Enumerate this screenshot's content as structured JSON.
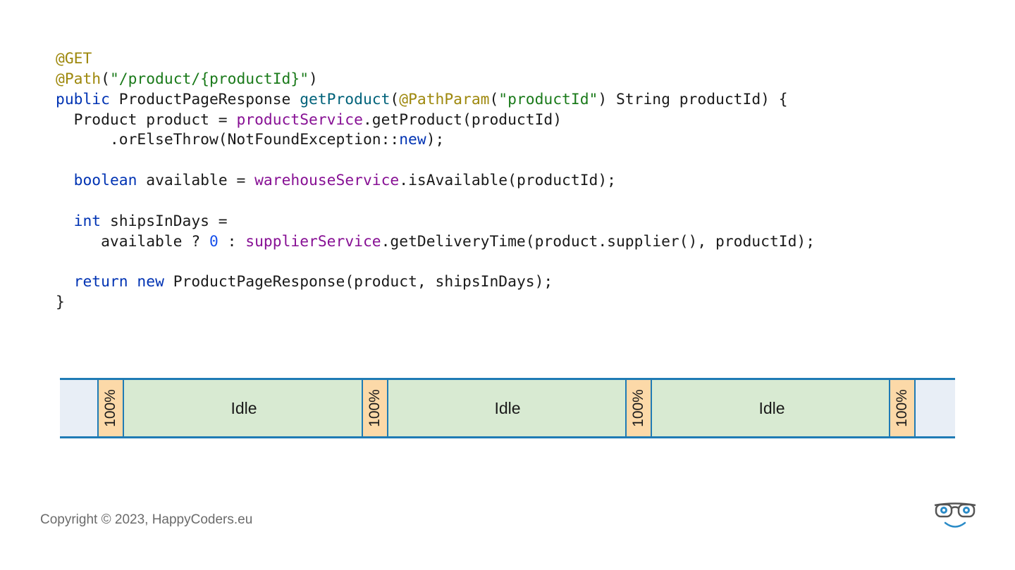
{
  "code": {
    "lines": [
      [
        {
          "t": "@GET",
          "c": "ann"
        }
      ],
      [
        {
          "t": "@Path",
          "c": "ann"
        },
        {
          "t": "(",
          "c": "pl"
        },
        {
          "t": "\"/product/{productId}\"",
          "c": "str"
        },
        {
          "t": ")",
          "c": "pl"
        }
      ],
      [
        {
          "t": "public",
          "c": "kw"
        },
        {
          "t": " ProductPageResponse ",
          "c": "pl"
        },
        {
          "t": "getProduct",
          "c": "fn"
        },
        {
          "t": "(",
          "c": "pl"
        },
        {
          "t": "@PathParam",
          "c": "ann"
        },
        {
          "t": "(",
          "c": "pl"
        },
        {
          "t": "\"productId\"",
          "c": "str"
        },
        {
          "t": ") String productId) {",
          "c": "pl"
        }
      ],
      [
        {
          "t": "  Product product = ",
          "c": "pl"
        },
        {
          "t": "productService",
          "c": "fld"
        },
        {
          "t": ".getProduct(productId)",
          "c": "pl"
        }
      ],
      [
        {
          "t": "      .orElseThrow(NotFoundException::",
          "c": "pl"
        },
        {
          "t": "new",
          "c": "kw"
        },
        {
          "t": ");",
          "c": "pl"
        }
      ],
      [],
      [
        {
          "t": "  ",
          "c": "pl"
        },
        {
          "t": "boolean",
          "c": "kw"
        },
        {
          "t": " available = ",
          "c": "pl"
        },
        {
          "t": "warehouseService",
          "c": "fld"
        },
        {
          "t": ".isAvailable(productId);",
          "c": "pl"
        }
      ],
      [],
      [
        {
          "t": "  ",
          "c": "pl"
        },
        {
          "t": "int",
          "c": "kw"
        },
        {
          "t": " shipsInDays =",
          "c": "pl"
        }
      ],
      [
        {
          "t": "     available ? ",
          "c": "pl"
        },
        {
          "t": "0",
          "c": "num"
        },
        {
          "t": " : ",
          "c": "pl"
        },
        {
          "t": "supplierService",
          "c": "fld"
        },
        {
          "t": ".getDeliveryTime(product.supplier(), productId);",
          "c": "pl"
        }
      ],
      [],
      [
        {
          "t": "  ",
          "c": "pl"
        },
        {
          "t": "return",
          "c": "kw"
        },
        {
          "t": " ",
          "c": "pl"
        },
        {
          "t": "new",
          "c": "kw"
        },
        {
          "t": " ProductPageResponse(product, shipsInDays);",
          "c": "pl"
        }
      ],
      [
        {
          "t": "}",
          "c": "pl"
        }
      ]
    ]
  },
  "timeline": {
    "segments": [
      {
        "type": "busy",
        "label": "100%"
      },
      {
        "type": "idle",
        "label": "Idle"
      },
      {
        "type": "busy",
        "label": "100%"
      },
      {
        "type": "idle",
        "label": "Idle"
      },
      {
        "type": "busy",
        "label": "100%"
      },
      {
        "type": "idle",
        "label": "Idle"
      },
      {
        "type": "busy",
        "label": "100%"
      }
    ]
  },
  "colors": {
    "busy": "#fcd9a8",
    "idle": "#d8ead2",
    "waiting": "#e8eef6",
    "border": "#1f7bb5"
  },
  "footer": {
    "copyright": "Copyright © 2023, HappyCoders.eu"
  },
  "logo": {
    "icon": "glasses-smiley-icon"
  }
}
